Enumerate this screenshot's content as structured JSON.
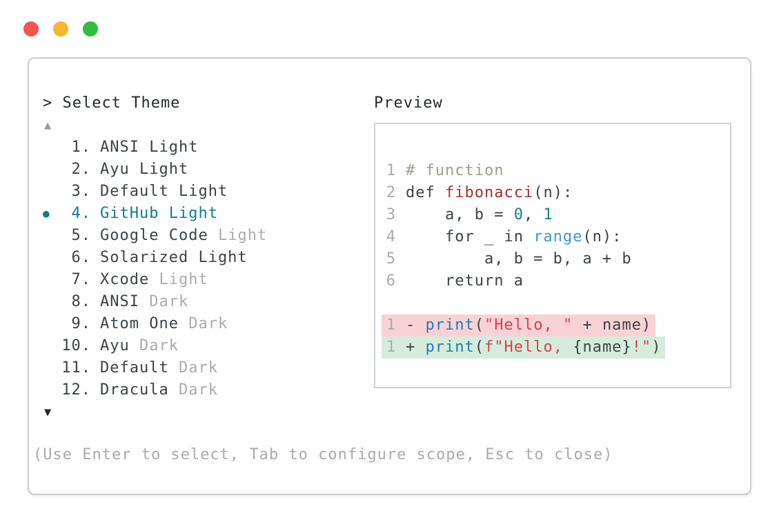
{
  "window": {
    "traffic_lights": [
      {
        "name": "close",
        "color": "#f2564d"
      },
      {
        "name": "minimize",
        "color": "#f6b62d"
      },
      {
        "name": "zoom",
        "color": "#2dbe41"
      }
    ]
  },
  "picker": {
    "prompt": "> Select Theme",
    "scroll_up_indicator": "▲",
    "scroll_down_indicator": "▼",
    "selection_bullet": "●",
    "items": [
      {
        "number": "1.",
        "selected": false,
        "segments": [
          {
            "text": "ANSI Light",
            "color": "dark"
          }
        ]
      },
      {
        "number": "2.",
        "selected": false,
        "segments": [
          {
            "text": "Ayu Light",
            "color": "dark"
          }
        ]
      },
      {
        "number": "3.",
        "selected": false,
        "segments": [
          {
            "text": "Default Light",
            "color": "dark"
          }
        ]
      },
      {
        "number": "4.",
        "selected": true,
        "segments": [
          {
            "text": "GitHub Light",
            "color": "teal"
          }
        ]
      },
      {
        "number": "5.",
        "selected": false,
        "segments": [
          {
            "text": "Google Code ",
            "color": "dark"
          },
          {
            "text": "Light",
            "color": "gray"
          }
        ]
      },
      {
        "number": "6.",
        "selected": false,
        "segments": [
          {
            "text": "Solarized Light",
            "color": "dark"
          }
        ]
      },
      {
        "number": "7.",
        "selected": false,
        "segments": [
          {
            "text": "Xcode ",
            "color": "dark"
          },
          {
            "text": "Light",
            "color": "gray"
          }
        ]
      },
      {
        "number": "8.",
        "selected": false,
        "segments": [
          {
            "text": "ANSI ",
            "color": "dark"
          },
          {
            "text": "Dark",
            "color": "gray"
          }
        ]
      },
      {
        "number": "9.",
        "selected": false,
        "segments": [
          {
            "text": "Atom One ",
            "color": "dark"
          },
          {
            "text": "Dark",
            "color": "gray"
          }
        ]
      },
      {
        "number": "10.",
        "selected": false,
        "segments": [
          {
            "text": "Ayu ",
            "color": "dark"
          },
          {
            "text": "Dark",
            "color": "gray"
          }
        ]
      },
      {
        "number": "11.",
        "selected": false,
        "segments": [
          {
            "text": "Default ",
            "color": "dark"
          },
          {
            "text": "Dark",
            "color": "gray"
          }
        ]
      },
      {
        "number": "12.",
        "selected": false,
        "segments": [
          {
            "text": "Dracula ",
            "color": "dark"
          },
          {
            "text": "Dark",
            "color": "gray"
          }
        ]
      }
    ],
    "hint": "(Use Enter to select, Tab to configure scope, Esc to close)"
  },
  "preview": {
    "title": "Preview",
    "lines": [
      {
        "num": "1",
        "diff": null,
        "tokens": [
          {
            "text": "# function",
            "color": "comment"
          }
        ]
      },
      {
        "num": "2",
        "diff": null,
        "tokens": [
          {
            "text": "def ",
            "color": "dark"
          },
          {
            "text": "fibonacci",
            "color": "funcName"
          },
          {
            "text": "(n):",
            "color": "dark"
          }
        ]
      },
      {
        "num": "3",
        "diff": null,
        "tokens": [
          {
            "text": "    a, b = ",
            "color": "dark"
          },
          {
            "text": "0",
            "color": "number"
          },
          {
            "text": ", ",
            "color": "dark"
          },
          {
            "text": "1",
            "color": "number"
          }
        ]
      },
      {
        "num": "4",
        "diff": null,
        "tokens": [
          {
            "text": "    for _ in ",
            "color": "dark"
          },
          {
            "text": "range",
            "color": "builtin"
          },
          {
            "text": "(n):",
            "color": "dark"
          }
        ]
      },
      {
        "num": "5",
        "diff": null,
        "tokens": [
          {
            "text": "        a, b = b, a + b",
            "color": "dark"
          }
        ]
      },
      {
        "num": "6",
        "diff": null,
        "tokens": [
          {
            "text": "    return a",
            "color": "dark"
          }
        ]
      },
      {
        "num": "",
        "diff": null,
        "tokens": []
      },
      {
        "num": "1",
        "diff": "removed",
        "tokens": [
          {
            "text": "- ",
            "color": "dark"
          },
          {
            "text": "print",
            "color": "function"
          },
          {
            "text": "(",
            "color": "dark"
          },
          {
            "text": "\"Hello, \"",
            "color": "string"
          },
          {
            "text": " + name)",
            "color": "dark"
          }
        ]
      },
      {
        "num": "1",
        "diff": "added",
        "tokens": [
          {
            "text": "+ ",
            "color": "dark"
          },
          {
            "text": "print",
            "color": "function"
          },
          {
            "text": "(",
            "color": "dark"
          },
          {
            "text": "f\"Hello, ",
            "color": "string"
          },
          {
            "text": "{name}",
            "color": "dark"
          },
          {
            "text": "!\"",
            "color": "string"
          },
          {
            "text": ")",
            "color": "dark"
          }
        ]
      }
    ]
  },
  "colors": {
    "accent_teal": "#0f7e89",
    "text_dark": "#3c4247",
    "text_gray": "#a9abad",
    "comment": "#9aa08f",
    "func_name": "#a72f31",
    "number": "#12808a",
    "builtin": "#3f97d3",
    "function": "#2679b5",
    "string": "#e13c4c",
    "diff_removed_bg": "#f9d2d6",
    "diff_added_bg": "#d5ecdc",
    "border": "#c9cbcd"
  }
}
